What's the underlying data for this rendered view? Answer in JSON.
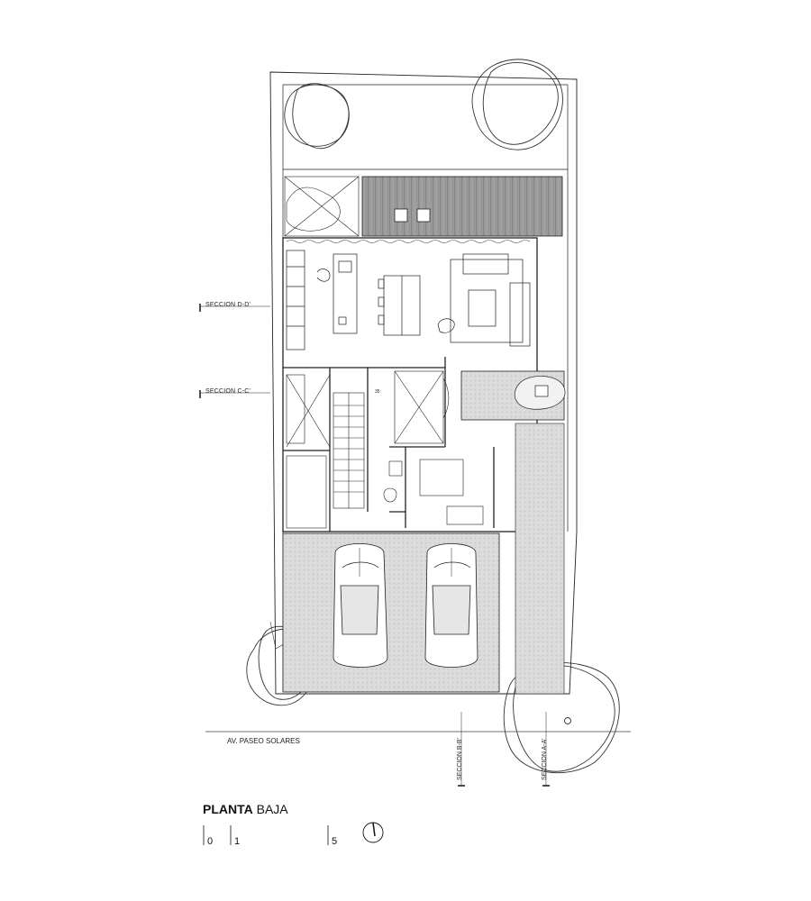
{
  "drawing": {
    "title_bold": "PLANTA",
    "title_rest": " BAJA",
    "street_label": "AV. PASEO SOLARES",
    "section_labels": {
      "d": "SECCION D-D'",
      "c": "SECCION C-C'",
      "b": "SECCION B-B'",
      "a": "SECCION A-A'"
    },
    "stair_mark": "35",
    "scale_marks": [
      "0",
      "1",
      "5"
    ],
    "north_icon": "north-arrow-icon",
    "colors": {
      "line": "#222222",
      "paving": "#d9d9d9",
      "roof": "#8a8a8a"
    }
  }
}
